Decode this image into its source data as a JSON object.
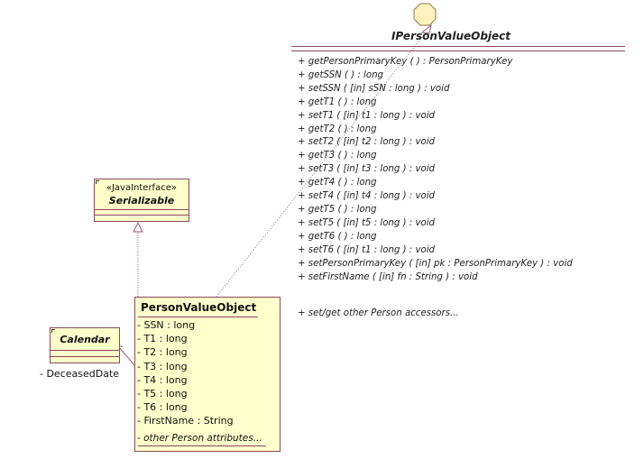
{
  "interface": {
    "name": "IPersonValueObject",
    "operations": [
      "+ getPersonPrimaryKey ( ) : PersonPrimaryKey",
      "+ getSSN ( ) : long",
      "+ setSSN ( [in] sSN : long ) : void",
      "+ getT1 ( ) : long",
      "+ setT1 ( [in] t1 : long ) : void",
      "+ getT2 ( ) : long",
      "+ setT2 ( [in] t2 : long ) : void",
      "+ getT3 ( ) : long",
      "+ setT3 ( [in] t3 : long ) : void",
      "+ getT4 ( ) : long",
      "+ setT4 ( [in] t4 : long ) : void",
      "+ getT5 ( ) : long",
      "+ setT5 ( [in] t5 : long ) : void",
      "+ getT6 ( ) : long",
      "+ setT6 ( [in] t1 : long ) : void",
      "+ setPersonPrimaryKey ( [in] pk : PersonPrimaryKey ) : void",
      "+ setFirstName ( [in] fn : String ) : void"
    ],
    "more_operations": "+ set/get other Person accessors..."
  },
  "serializable": {
    "stereotype": "«JavaInterface»",
    "name": "Serializable"
  },
  "calendar": {
    "name": "Calendar",
    "role_label": "- DeceasedDate"
  },
  "person_value_object": {
    "name": "PersonValueObject",
    "attributes": [
      "- SSN : long",
      "- T1 : long",
      "- T2 : long",
      "- T3 : long",
      "- T4 : long",
      "- T5 : long",
      "- T6 : long",
      "- FirstName : String"
    ],
    "more_attributes": "- other Person attributes..."
  },
  "colors": {
    "box_fill": "#ffffcc",
    "box_border": "#8a4a5a",
    "lollipop_fill": "#fff2c0"
  }
}
